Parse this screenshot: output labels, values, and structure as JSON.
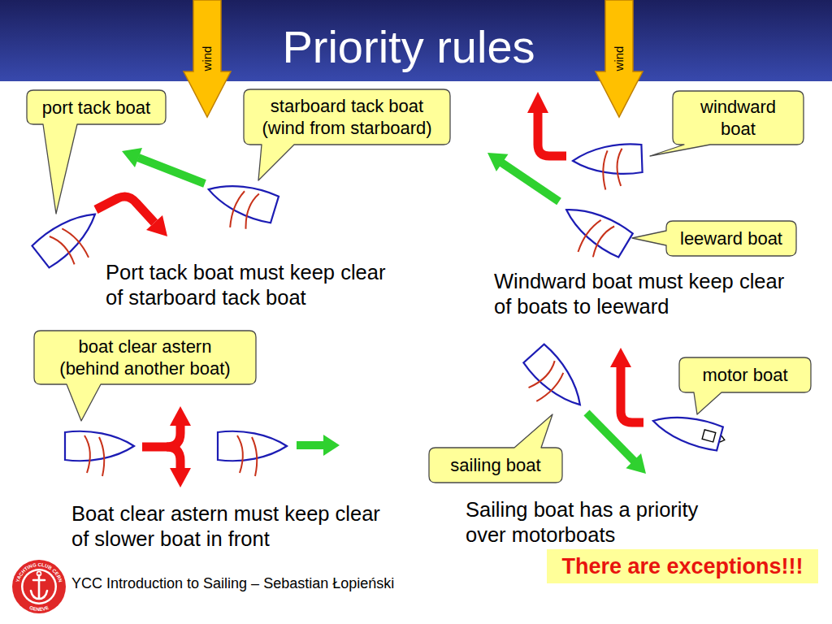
{
  "diagram": {
    "title": "Priority rules",
    "nodes": [
      {
        "text": [
          "wind"
        ]
      },
      {
        "text": [
          "wind"
        ]
      },
      {
        "text": [
          "port tack boat"
        ]
      },
      {
        "text": [
          "starboard tack boat (wind from starboard)"
        ]
      },
      {
        "text": [
          "windward boat"
        ]
      },
      {
        "text": [
          "leeward boat"
        ]
      },
      {
        "text": [
          "boat clear astern (behind another boat)"
        ]
      },
      {
        "text": [
          "motor boat"
        ]
      },
      {
        "text": [
          "sailing boat"
        ]
      },
      {
        "text": [
          "There are exceptions!!!"
        ]
      },
      {
        "text": [
          "YACHTING CLUB CERN",
          "GENEVE"
        ]
      }
    ],
    "labels": [
      "Port tack boat must keep clear of starboard tack boat",
      "Windward boat must keep clear of boats to leeward",
      "Boat clear astern must keep clear of slower boat in front",
      "Sailing boat has a priority over motorboats",
      "YCC Introduction to Sailing – Sebastian Łopieński"
    ]
  }
}
